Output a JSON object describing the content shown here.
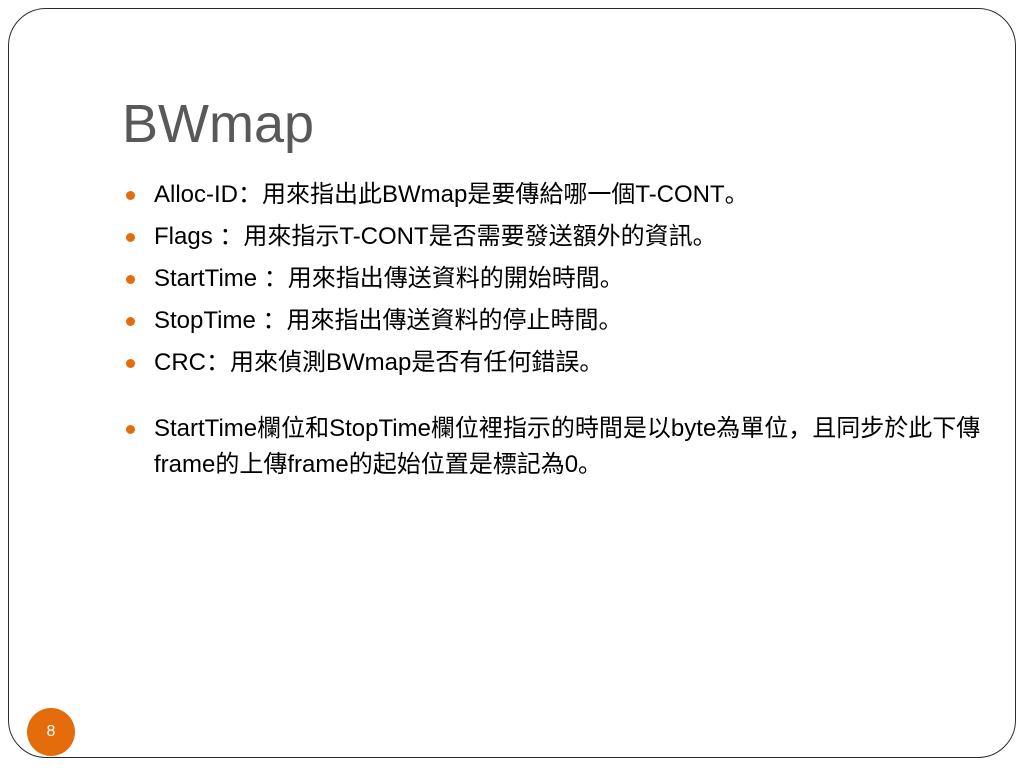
{
  "slide": {
    "title": "BWmap",
    "bullets": [
      "Alloc-ID：用來指出此BWmap是要傳給哪一個T-CONT。",
      "Flags ：用來指示T-CONT是否需要發送額外的資訊。",
      "StartTime ：用來指出傳送資料的開始時間。",
      "StopTime ：用來指出傳送資料的停止時間。",
      "CRC：用來偵測BWmap是否有任何錯誤。",
      "StartTime欄位和StopTime欄位裡指示的時間是以byte為單位，且同步於此下傳frame的上傳frame的起始位置是標記為0。"
    ],
    "page_number": "8"
  },
  "colors": {
    "accent": "#e46c0a",
    "title": "#595959",
    "border": "#2b2b2b"
  }
}
